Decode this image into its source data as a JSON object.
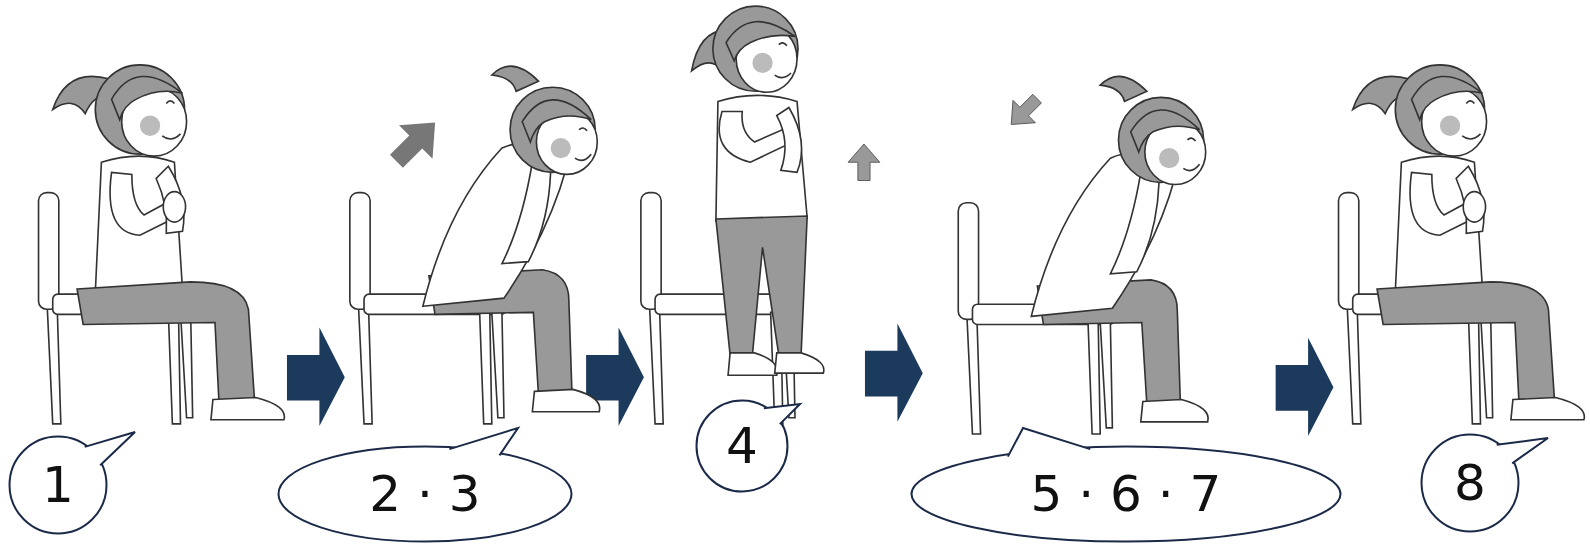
{
  "diagram": {
    "nodes": [
      {
        "text": [
          "1"
        ]
      },
      {
        "text": [
          "2 · 3"
        ]
      },
      {
        "text": [
          "4"
        ]
      },
      {
        "text": [
          "5 · 6 · 7"
        ]
      },
      {
        "text": [
          "8"
        ]
      }
    ]
  }
}
